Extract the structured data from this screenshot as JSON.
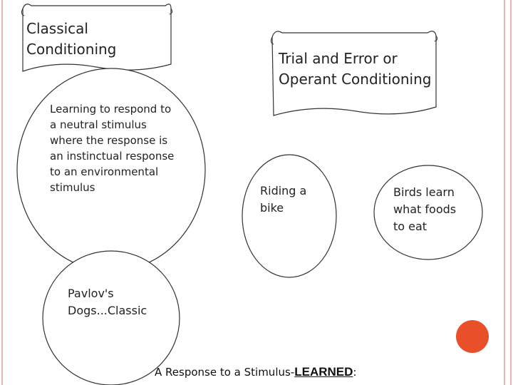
{
  "colors": {
    "border_stripe": "#e8b4b4",
    "accent_dot": "#e8502a",
    "stroke": "#333333"
  },
  "scrolls": {
    "classical": "Classical Conditioning",
    "operant": "Trial and Error or Operant Conditioning"
  },
  "circles": {
    "classical_definition": "Learning to respond to a neutral stimulus where the response is an instinctual response to an environmental stimulus",
    "riding_bike": "Riding a bike",
    "birds": "Birds learn what foods to eat",
    "pavlov": "Pavlov's Dogs...Classic"
  },
  "caption": {
    "prefix": "A Response to a Stimulus-",
    "emphasis": "LEARNED",
    "suffix": ":"
  }
}
